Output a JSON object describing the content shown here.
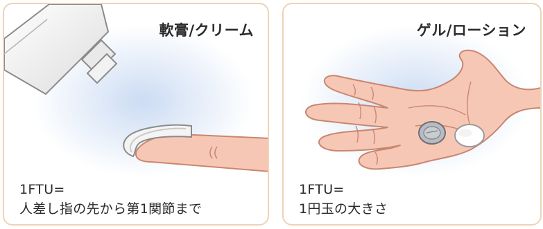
{
  "panels": [
    {
      "title": "軟膏/クリーム",
      "caption_line1": "1FTU=",
      "caption_line2": "人差し指の先から第1関節まで"
    },
    {
      "title": "ゲル/ローション",
      "caption_line1": "1FTU=",
      "caption_line2": "1円玉の大きさ"
    }
  ],
  "colors": {
    "border": "#f0d2b4",
    "skin": "#f7c7b6",
    "skin_line": "#c9866f",
    "glow": "#d6e3f6"
  }
}
